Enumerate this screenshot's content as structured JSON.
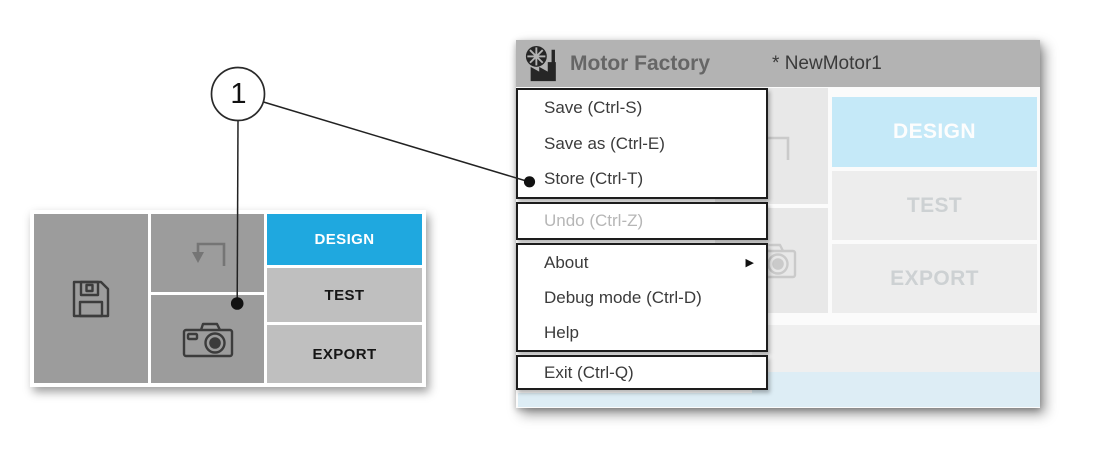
{
  "callout": {
    "number": "1"
  },
  "left_toolbar": {
    "buttons": [
      {
        "icon": "save-floppy-icon"
      },
      {
        "icon": "load-arrow-icon"
      },
      {
        "icon": "snapshot-camera-icon"
      }
    ],
    "tabs": [
      {
        "label": "DESIGN",
        "state": "active"
      },
      {
        "label": "TEST",
        "state": "normal"
      },
      {
        "label": "EXPORT",
        "state": "normal"
      }
    ]
  },
  "window": {
    "title": "Motor Factory",
    "document_name": "* NewMotor1",
    "logo_icon": "motor-factory-logo",
    "menu": {
      "sections": [
        {
          "items": [
            {
              "label": "Save (Ctrl-S)"
            },
            {
              "label": "Save as (Ctrl-E)"
            },
            {
              "label": "Store (Ctrl-T)"
            }
          ]
        },
        {
          "items": [
            {
              "label": "Undo (Ctrl-Z)",
              "disabled": true
            }
          ]
        },
        {
          "items": [
            {
              "label": "About",
              "submenu_glyph": "▶"
            },
            {
              "label": "Debug mode (Ctrl-D)"
            },
            {
              "label": "Help"
            }
          ]
        },
        {
          "items": [
            {
              "label": "Exit (Ctrl-Q)"
            }
          ]
        }
      ]
    },
    "background_tabs": [
      {
        "label": "DESIGN",
        "state": "active-faded"
      },
      {
        "label": "TEST",
        "state": "faded"
      },
      {
        "label": "EXPORT",
        "state": "faded"
      }
    ]
  },
  "colors": {
    "accent_blue": "#1fa8df",
    "faded_blue": "#c5e9f8",
    "header_gray": "#b3b3b3",
    "panel_button_gray": "#9c9c9c",
    "tab_gray": "#bfbfbf",
    "bottom_strip_blue": "#ddedf5"
  }
}
